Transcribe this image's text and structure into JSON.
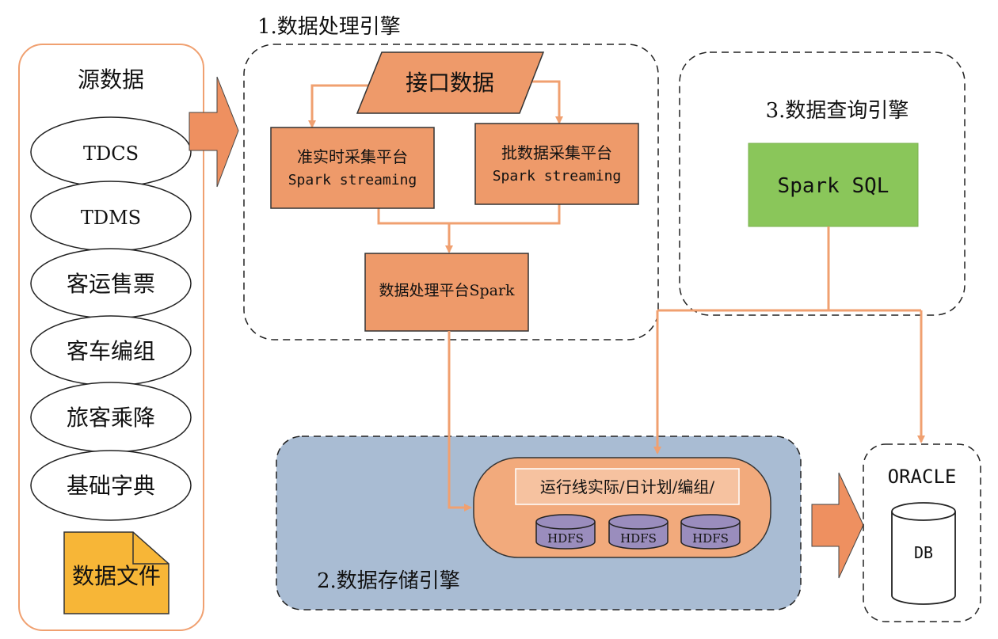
{
  "colors": {
    "orange_fill": "#f0a070",
    "orange_box": "#ee9a6a",
    "orange_line": "#f0a070",
    "green_box": "#8ac65a",
    "blue_storage": "#a9bcd3",
    "cylinder_purple": "#9a8dbd",
    "file_yellow": "#f7b637"
  },
  "source": {
    "title": "源数据",
    "items": [
      "TDCS",
      "TDMS",
      "客运售票",
      "客车编组",
      "旅客乘降",
      "基础字典"
    ],
    "file_label": "数据文件"
  },
  "engine1": {
    "title": "1.数据处理引擎",
    "input_label": "接口数据",
    "realtime_line1": "准实时采集平台",
    "realtime_line2": "Spark streaming",
    "batch_line1": "批数据采集平台",
    "batch_line2": "Spark streaming",
    "processing_label": "数据处理平台Spark"
  },
  "engine2": {
    "title": "2.数据存储引擎",
    "storage_label": "运行线实际/日计划/编组/",
    "hdfs_labels": [
      "HDFS",
      "HDFS",
      "HDFS"
    ]
  },
  "engine3": {
    "title": "3.数据查询引擎",
    "sql_label": "Spark SQL"
  },
  "oracle": {
    "title": "ORACLE",
    "db_label": "DB"
  }
}
